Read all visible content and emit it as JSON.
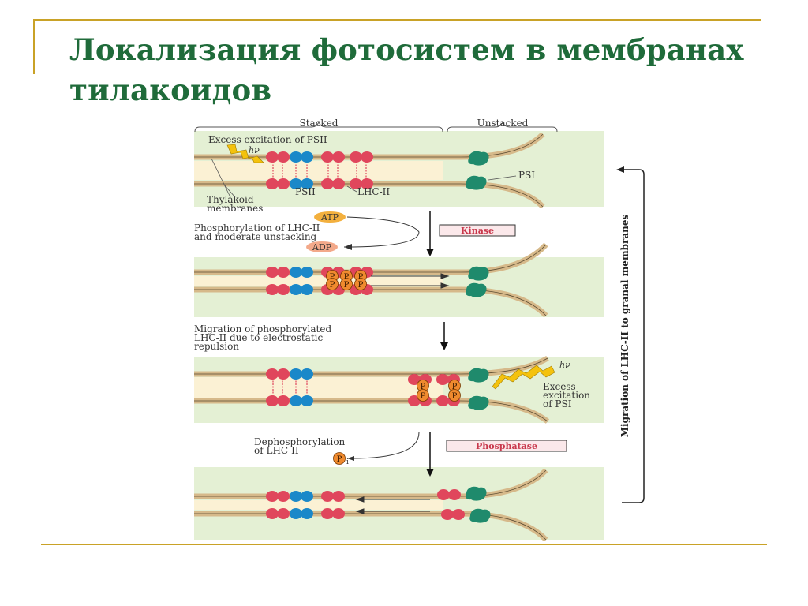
{
  "slide": {
    "title": "Локализация фотосистем в мембранах тилакоидов"
  },
  "figure": {
    "label_stacked": "Stacked",
    "label_unstacked": "Unstacked",
    "label_excess_psii": "Excess excitation of PSII",
    "label_hv": "hν",
    "label_psi": "PSI",
    "label_psii": "PSII",
    "label_lhcii": "LHC-II",
    "label_thylakoid": "Thylakoid",
    "label_membranes": "membranes",
    "label_atp": "ATP",
    "label_adp": "ADP",
    "label_phos_line1": "Phosphorylation of LHC-II",
    "label_phos_line2": "and moderate unstacking",
    "label_kinase": "Kinase",
    "label_mig_line1": "Migration of phosphorylated",
    "label_mig_line2": "LHC-II due to electrostatic",
    "label_mig_line3": "repulsion",
    "label_excess_psi_line1": "Excess",
    "label_excess_psi_line2": "excitation",
    "label_excess_psi_line3": "of PSI",
    "label_dephos_line1": "Dephosphorylation",
    "label_dephos_line2": "of LHC-II",
    "label_phosphatase": "Phosphatase",
    "label_p": "P",
    "label_pi_sub": "i",
    "label_side": "Migration of LHC-II to granal membranes"
  },
  "colors": {
    "title": "#1f6b3a",
    "rule": "#c9a227",
    "panel_bg": "#e4f0d4",
    "lumen": "#fbf1d4",
    "membrane": "#d6b98a",
    "lhc": "#e0465c",
    "psii": "#1a88c9",
    "psi": "#1f8a6c",
    "phosphate": "#ef8a2e",
    "hv": "#f4c20d"
  }
}
